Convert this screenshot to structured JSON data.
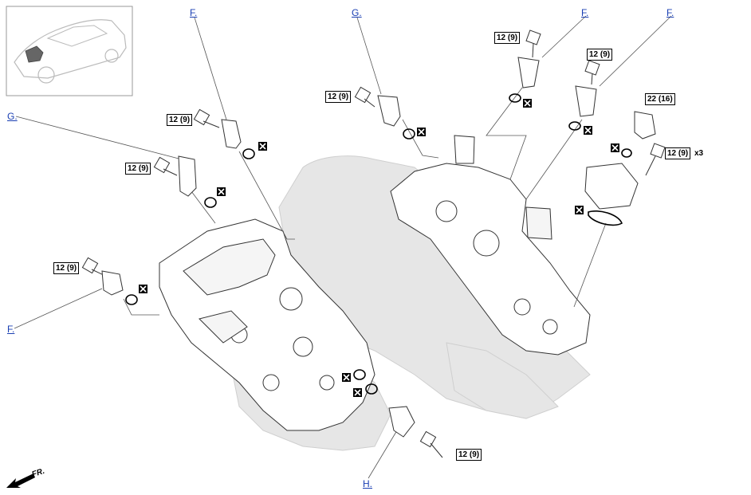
{
  "callouts": {
    "f_top_left": "F.",
    "g_top_center": "G.",
    "f_top_right_1": "F.",
    "f_top_right_2": "F.",
    "g_left": "G.",
    "f_left": "F.",
    "h_bottom": "H."
  },
  "torque": {
    "t1": "12 (9)",
    "t2": "12 (9)",
    "t3": "12 (9)",
    "t4": "12 (9)",
    "t5": "12 (9)",
    "t6": "12 (9)",
    "t7": "22 (16)",
    "t8": "12 (9)",
    "t9": "12 (9)"
  },
  "quantity_note": "x3",
  "direction_label": "FR.",
  "icons": {
    "replace": "do-not-reuse-icon",
    "locator": "vehicle-locator-icon",
    "front_arrow": "front-arrow-icon"
  },
  "colors": {
    "link": "#1a3fb3",
    "engine_fill": "#e6e6e6",
    "line": "#333333"
  }
}
